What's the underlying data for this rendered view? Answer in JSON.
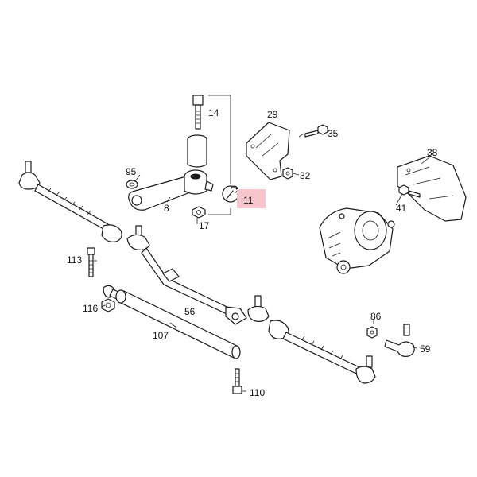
{
  "diagram": {
    "highlight_color": "#f7c6cc",
    "line_color": "#1a1a1a",
    "background_color": "#ffffff",
    "labels": {
      "p14": "14",
      "p29": "29",
      "p35": "35",
      "p38": "38",
      "p95": "95",
      "p32": "32",
      "p11": "11",
      "p8": "8",
      "p41": "41",
      "p17": "17",
      "p113": "113",
      "p116": "116",
      "p56": "56",
      "p107": "107",
      "p86": "86",
      "p59": "59",
      "p110": "110"
    },
    "highlighted_part": "11",
    "icons": [
      "wrench-icon"
    ]
  }
}
